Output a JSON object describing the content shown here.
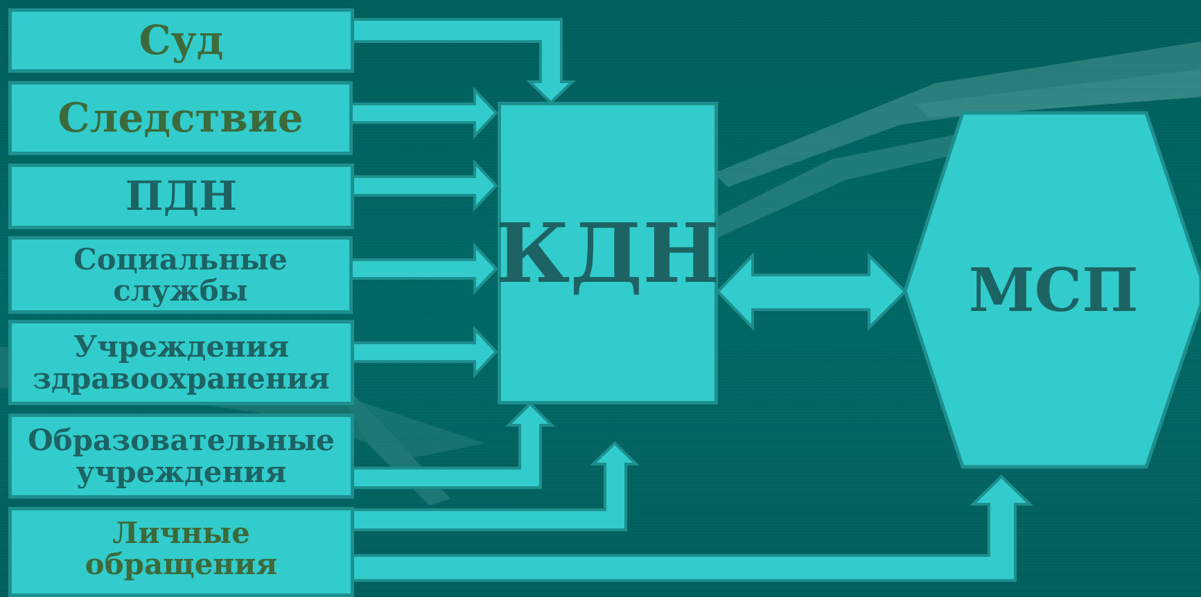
{
  "sources": [
    {
      "id": "sud",
      "label": "Суд"
    },
    {
      "id": "sledstvie",
      "label": "Следствие"
    },
    {
      "id": "pdn",
      "label": "ПДН"
    },
    {
      "id": "social",
      "label": "Социальные\nслужбы"
    },
    {
      "id": "health",
      "label": "Учреждения\nздравоохранения"
    },
    {
      "id": "education",
      "label": "Образовательные\nучреждения"
    },
    {
      "id": "personal",
      "label": "Личные\nобращения"
    }
  ],
  "center": {
    "label": "КДН"
  },
  "target": {
    "label": "МСП"
  },
  "colors": {
    "fill": "#33cccc",
    "stroke": "#1e8f8f",
    "text_teal": "#1e6363",
    "text_green": "#3c6a3a",
    "background": "#006764"
  }
}
